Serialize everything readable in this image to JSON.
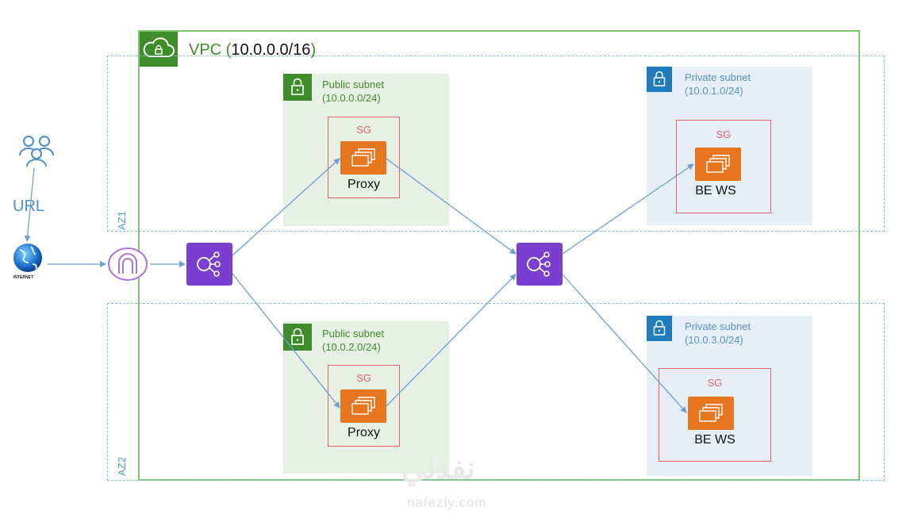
{
  "vpc": {
    "name": "VPC",
    "cidr": "10.0.0.0/16"
  },
  "zones": {
    "az1": "AZ1",
    "az2": "AZ2"
  },
  "subnets": {
    "pub1": {
      "name": "Public subnet",
      "cidr": "(10.0.0.0/24)"
    },
    "pub2": {
      "name": "Public subnet",
      "cidr": "(10.0.2.0/24)"
    },
    "priv1": {
      "name": "Private subnet",
      "cidr": "(10.0.1.0/24)"
    },
    "priv2": {
      "name": "Private subnet",
      "cidr": "(10.0.3.0/24)"
    }
  },
  "security_group_label": "SG",
  "instances": {
    "proxy1": "Proxy",
    "proxy2": "Proxy",
    "be1": "BE WS",
    "be2": "BE WS"
  },
  "client": {
    "url_label": "URL",
    "internet_label": "INTERNET"
  },
  "watermark": {
    "arabic": "نفذلي",
    "latin": "nafezly.com"
  },
  "colors": {
    "vpc_green": "#3f8d2a",
    "public_subnet_bg": "#e6f0e4",
    "private_subnet_bg": "#e6eef7",
    "security_group_red": "#e36464",
    "ec2_orange": "#e8751f",
    "elb_purple": "#7a3fd0",
    "az_dashed": "#7cc4d6",
    "connection_blue": "#6f9fd0"
  },
  "icons": [
    "cloud-lock-icon",
    "lock-icon",
    "ec2-instances-icon",
    "load-balancer-icon",
    "internet-gateway-icon",
    "users-icon",
    "globe-icon"
  ]
}
